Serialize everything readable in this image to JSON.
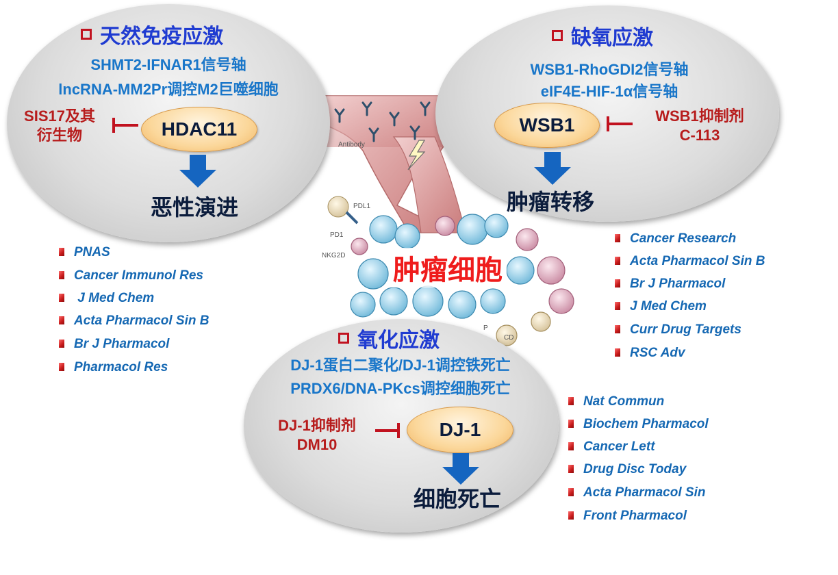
{
  "tumor": {
    "label": "肿瘤细胞"
  },
  "illustration": {
    "antibody": "Antibody",
    "pdl1": "PDL1",
    "pd1": "PD1",
    "nkg2d": "NKG2D",
    "fragment1": "P",
    "fragment2": "CD"
  },
  "innate": {
    "title": "天然免疫应激",
    "lines": [
      "SHMT2-IFNAR1信号轴",
      "lncRNA-MM2Pr调控M2巨噬细胞"
    ],
    "inhibitor": [
      "SIS17及其",
      "衍生物"
    ],
    "node": "HDAC11",
    "outcome": "恶性演进",
    "refs": [
      "PNAS",
      "Cancer Immunol Res",
      " J Med Chem",
      "Acta Pharmacol Sin B",
      "Br J Pharmacol",
      "Pharmacol Res"
    ]
  },
  "hypoxia": {
    "title": "缺氧应激",
    "lines": [
      "WSB1-RhoGDI2信号轴",
      "eIF4E-HIF-1α信号轴"
    ],
    "inhibitor": [
      "WSB1抑制剂",
      "C-113"
    ],
    "node": "WSB1",
    "outcome": "肿瘤转移",
    "refs": [
      "Cancer Research",
      "Acta Pharmacol Sin B",
      "Br J Pharmacol",
      "J Med Chem",
      "Curr Drug Targets",
      "RSC Adv"
    ]
  },
  "oxidative": {
    "title": "氧化应激",
    "lines": [
      "DJ-1蛋白二聚化/DJ-1调控铁死亡",
      "PRDX6/DNA-PKcs调控细胞死亡"
    ],
    "inhibitor": [
      "DJ-1抑制剂",
      "DM10"
    ],
    "node": "DJ-1",
    "outcome": "细胞死亡",
    "refs": [
      "Nat Commun",
      "Biochem Pharmacol",
      "Cancer Lett",
      "Drug Disc Today",
      "Acta Pharmacol Sin",
      "Front Pharmacol"
    ]
  },
  "colors": {
    "title": "#1f3bd1",
    "subline": "#1976c9",
    "inhibitor": "#b71c1c",
    "tumor": "#ef1c1c",
    "arrow": "#1565c0",
    "refs": "#1568b3"
  }
}
